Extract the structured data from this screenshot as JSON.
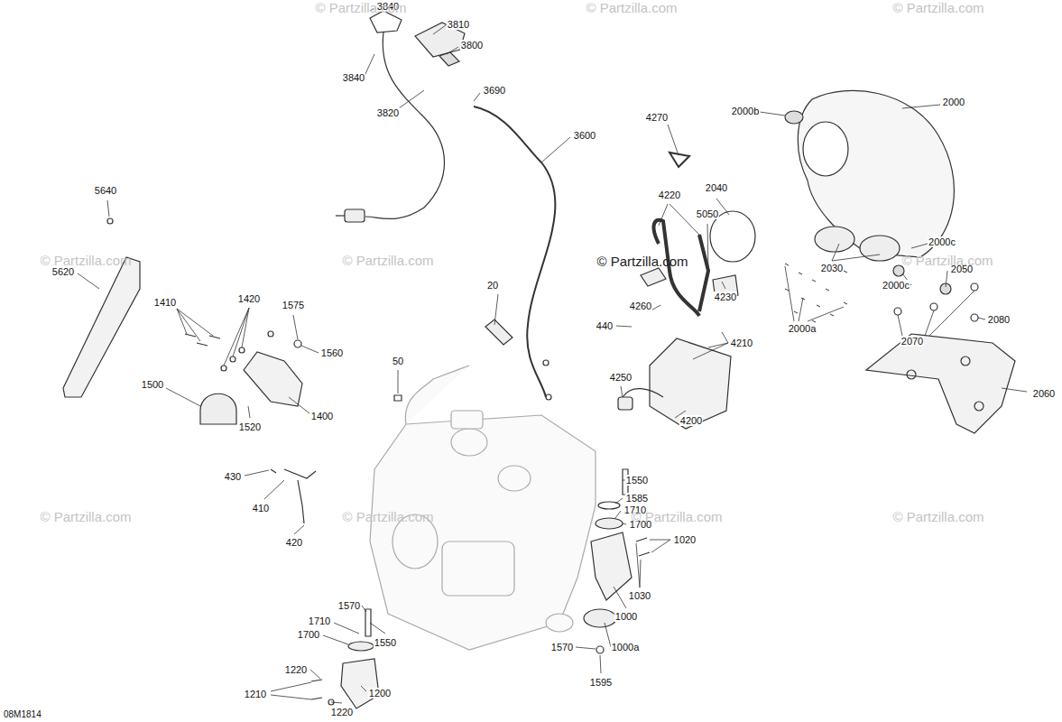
{
  "diagram": {
    "labels": [
      "3840",
      "3810",
      "3800",
      "3840",
      "3820",
      "3690",
      "3600",
      "4270",
      "2000b",
      "2000",
      "2040",
      "4220",
      "5050",
      "2000c",
      "2050",
      "2030",
      "2000c",
      "4230",
      "2000a",
      "2070",
      "2080",
      "2060",
      "5640",
      "5620",
      "1410",
      "1420",
      "1575",
      "1560",
      "1500",
      "1400",
      "1520",
      "20",
      "50",
      "4260",
      "440",
      "4210",
      "4250",
      "4200",
      "430",
      "410",
      "420",
      "1550",
      "1585",
      "1710",
      "1700",
      "1020",
      "1030",
      "1000",
      "1000a",
      "1570",
      "1595",
      "1570",
      "1710",
      "1700",
      "1550",
      "1220",
      "1210",
      "1220",
      "1200",
      "08M1814",
      "© Partzilla.com",
      "© Partzilla.com",
      "© Partzilla.com",
      "© Partzilla.com",
      "© Partzilla.com",
      "© Partzilla.com",
      "© Partzilla.com",
      "© Partzilla.com",
      "© Partzilla.com",
      "© Partzilla.com",
      "© Partzilla.com"
    ]
  }
}
